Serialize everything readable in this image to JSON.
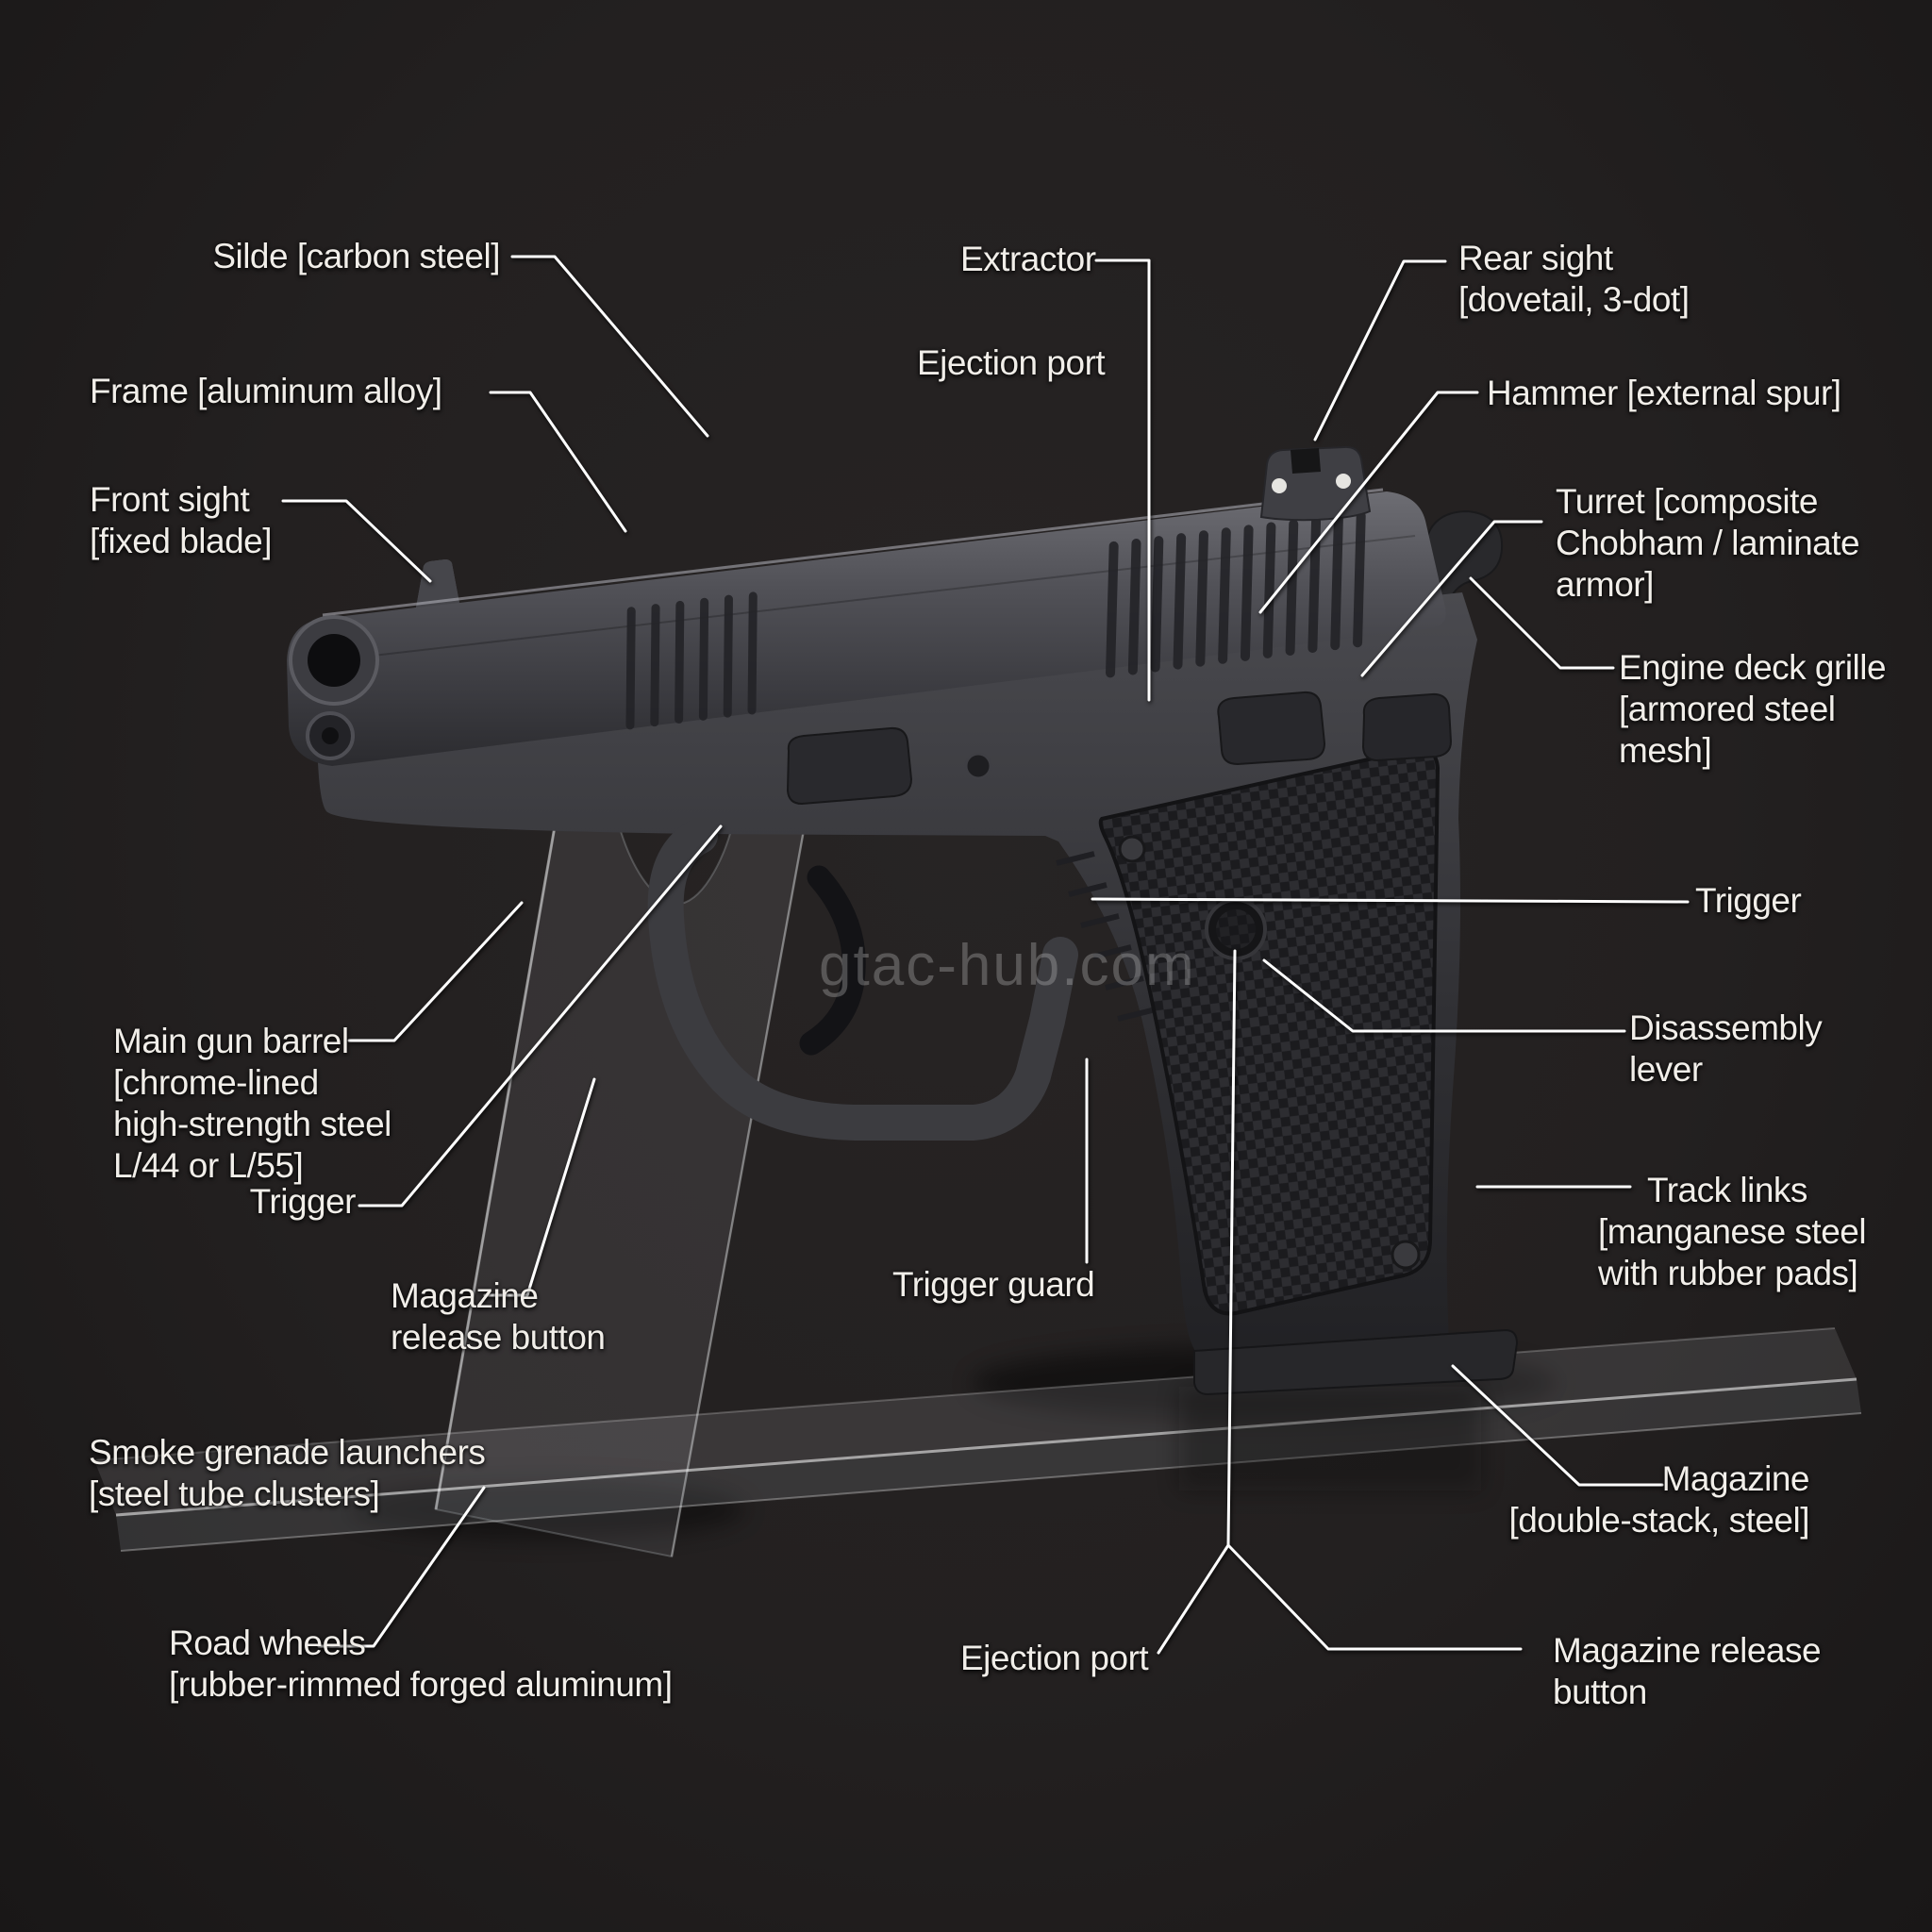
{
  "page": {
    "watermark": "gtac-hub.com",
    "background_color": "#232020",
    "label_text_color": "#f1eee9",
    "leader_line_color": "#ffffff"
  },
  "subject": {
    "description_names": [
      "semi-automatic-pistol",
      "acrylic-display-stand"
    ]
  },
  "labels": {
    "slide": {
      "lines": [
        "Silde [carbon steel]"
      ]
    },
    "frame": {
      "lines": [
        "Frame [aluminum alloy]"
      ]
    },
    "front_sight": {
      "lines": [
        "Front sight",
        "[fixed blade]"
      ]
    },
    "extractor": {
      "lines": [
        "Extractor"
      ]
    },
    "ejection_port_top": {
      "lines": [
        "Ejection port"
      ]
    },
    "rear_sight": {
      "lines": [
        "Rear sight",
        "[dovetail, 3-dot]"
      ]
    },
    "hammer": {
      "lines": [
        "Hammer [external spur]"
      ]
    },
    "turret": {
      "lines": [
        "Turret [composite",
        "Chobham / laminate",
        "armor]"
      ]
    },
    "engine_deck_grille": {
      "lines": [
        "Engine deck grille",
        "[armored steel",
        "mesh]"
      ]
    },
    "trigger_right": {
      "lines": [
        "Trigger"
      ]
    },
    "disassembly_lever": {
      "lines": [
        "Disassembly",
        "lever"
      ]
    },
    "track_links": {
      "lines": [
        "Track links",
        "[manganese steel",
        "with rubber pads]"
      ]
    },
    "main_gun_barrel": {
      "lines": [
        "Main gun barrel",
        "[chrome-lined",
        "high-strength steel",
        "L/44 or L/55]"
      ]
    },
    "trigger_left": {
      "lines": [
        "Trigger"
      ]
    },
    "magazine_release_left": {
      "lines": [
        "Magazine",
        "release button"
      ]
    },
    "smoke_grenade_launchers": {
      "lines": [
        "Smoke grenade launchers",
        "[steel tube clusters]"
      ]
    },
    "road_wheels": {
      "lines": [
        "Road wheels",
        "[rubber-rimmed forged aluminum]"
      ]
    },
    "trigger_guard": {
      "lines": [
        "Trigger guard"
      ]
    },
    "ejection_port_bottom": {
      "lines": [
        "Ejection port"
      ]
    },
    "magazine": {
      "lines": [
        "Magazine",
        "[double-stack, steel]"
      ]
    },
    "magazine_release_right": {
      "lines": [
        "Magazine release",
        "button"
      ]
    }
  }
}
